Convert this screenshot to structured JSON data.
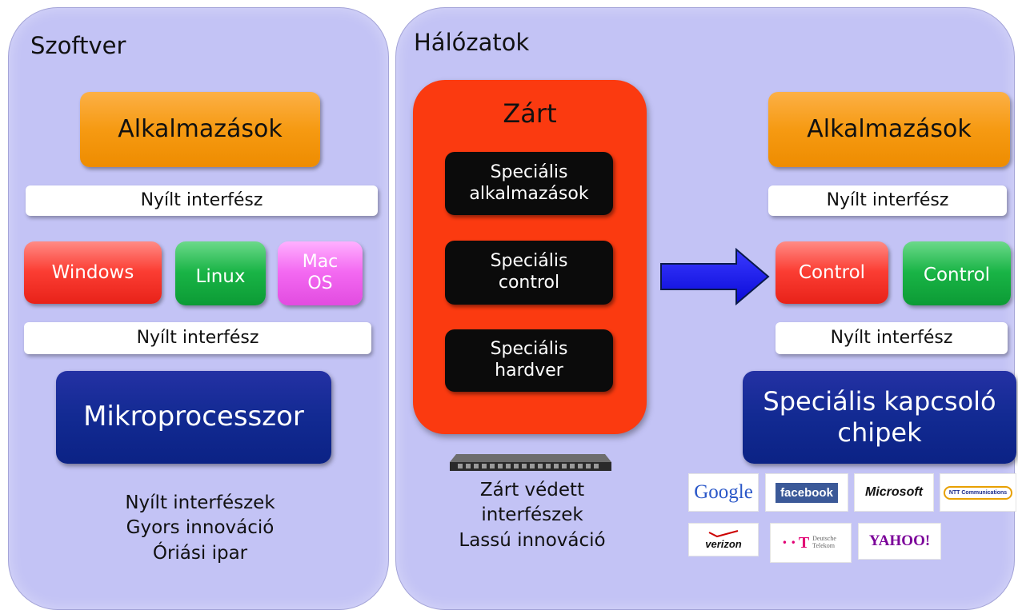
{
  "software": {
    "title": "Szoftver",
    "apps": "Alkalmazások",
    "interface_top": "Nyílt interfész",
    "os": [
      {
        "label": "Windows"
      },
      {
        "label": "Linux"
      },
      {
        "label": "Mac OS"
      }
    ],
    "interface_bottom": "Nyílt interfész",
    "processor": "Mikroprocesszor",
    "caption": [
      "Nyílt interfészek",
      "Gyors innováció",
      "Óriási ipar"
    ]
  },
  "networks": {
    "title": "Hálózatok",
    "closed": {
      "title": "Zárt",
      "layers": [
        "Speciális alkalmazások",
        "Speciális control",
        "Speciális hardver"
      ]
    },
    "closed_caption": [
      "Zárt védett",
      "interfészek",
      "Lassú innováció"
    ],
    "open": {
      "apps": "Alkalmazások",
      "interface_top": "Nyílt interfész",
      "controls": [
        "Control",
        "Control"
      ],
      "interface_bottom": "Nyílt interfész",
      "chips": "Speciális kapcsoló chipek"
    },
    "logos": {
      "google": "Google",
      "facebook": "facebook",
      "microsoft": "Microsoft",
      "ntt": "NTT Communications",
      "verizon": "verizon",
      "telekom_mark": "T",
      "telekom_text": "Deutsche Telekom",
      "yahoo": "YAHOO!"
    }
  },
  "colors": {
    "panel": "#c3c3f5",
    "orange": "#f69a12",
    "red": "#fb3d33",
    "green": "#19b446",
    "pink": "#f369f1",
    "navy": "#122a92",
    "closed": "#fb3a10",
    "arrow": "#1010e8"
  }
}
